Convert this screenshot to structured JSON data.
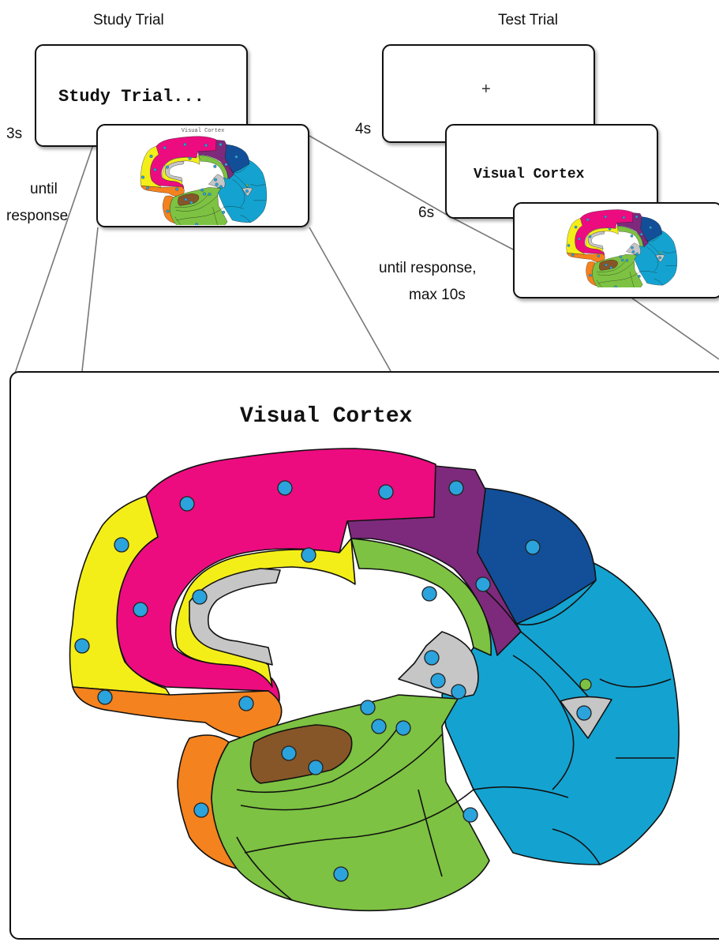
{
  "headers": {
    "study": "Study Trial",
    "test": "Test Trial"
  },
  "study": {
    "card_text": "Study Trial...",
    "duration": "3s",
    "until_line1": "until",
    "until_line2": "response",
    "thumb_title": "Visual Cortex"
  },
  "test": {
    "fixation": "+",
    "fix_duration": "4s",
    "cue_text": "Visual Cortex",
    "cue_duration": "6s",
    "resp_line1": "until response,",
    "resp_line2": "max 10s"
  },
  "zoom": {
    "title": "Visual Cortex"
  },
  "colors": {
    "pink": "#ec0c80",
    "yellow": "#f4ee18",
    "orange": "#f4821e",
    "purple": "#7d2a7c",
    "navy": "#124f98",
    "cyan": "#14a3d0",
    "green": "#7dc242",
    "brown": "#875628",
    "gray": "#c6c6c6",
    "dot": "#2ba3dc"
  }
}
